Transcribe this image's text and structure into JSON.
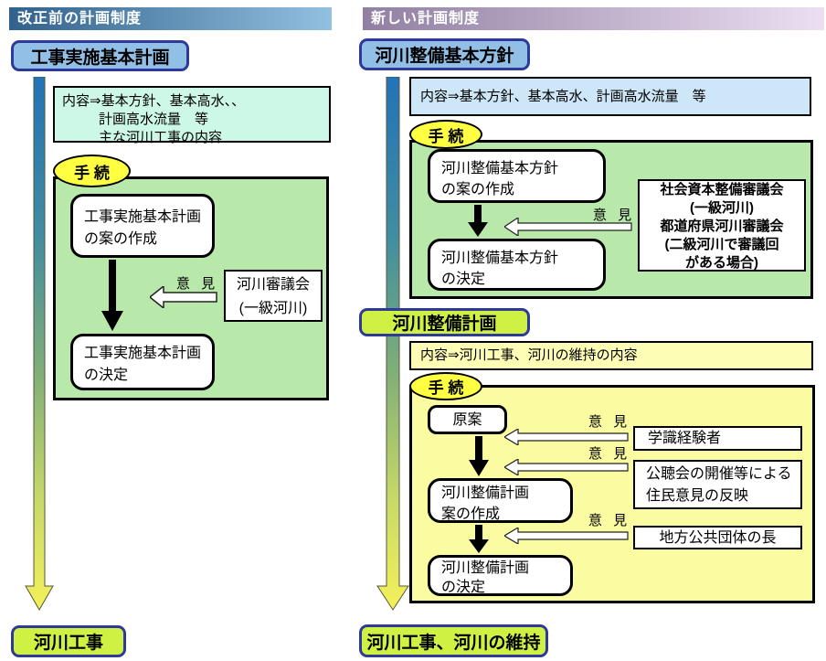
{
  "left": {
    "header": "改正前の計画制度",
    "title": "工事実施基本計画",
    "content_lines": [
      "内容⇒基本方針、基本高水、、",
      "計画高水流量　等",
      "主な河川工事の内容"
    ],
    "procedure_label": "手 続",
    "step_draft_lines": [
      "工事実施基本計画",
      "の案の作成"
    ],
    "opinion_label": "意 見",
    "advisory_lines": [
      "河川審議会",
      "(一級河川)"
    ],
    "step_decide_lines": [
      "工事実施基本計画",
      "の決定"
    ],
    "outcome": "河川工事"
  },
  "right": {
    "header": "新しい計画制度",
    "policy": {
      "title": "河川整備基本方針",
      "content": "内容⇒基本方針、基本高水、計画高水流量　等",
      "procedure_label": "手 続",
      "step_draft_lines": [
        "河川整備基本方針",
        "の案の作成"
      ],
      "opinion_label": "意 見",
      "advisory_lines": [
        "社会資本整備審議会",
        "(一級河川)",
        "都道府県河川審議会",
        "(二級河川で審議回",
        "がある場合)"
      ],
      "step_decide_lines": [
        "河川整備基本方針",
        "の決定"
      ]
    },
    "plan": {
      "title": "河川整備計画",
      "content": "内容⇒河川工事、河川の維持の内容",
      "procedure_label": "手 続",
      "draft_label": "原案",
      "opinion_label_1": "意 見",
      "source_experts": "学識経験者",
      "opinion_label_2": "意 見",
      "source_hearing_lines": [
        "公聴会の開催等による",
        "住民意見の反映"
      ],
      "step_plan_lines": [
        "河川整備計画",
        "案の作成"
      ],
      "opinion_label_3": "意 見",
      "source_local_gov": "地方公共団体の長",
      "step_decide_lines": [
        "河川整備計画",
        "の決定"
      ]
    },
    "outcome": "河川工事、河川の維持"
  },
  "colors": {
    "header_left_start": "#31618c",
    "header_left_end": "#92c0e0",
    "header_right_start": "#907fa2",
    "header_right_end": "#ecdff2",
    "title_fill": "#92bfe6",
    "title_border": "#2d3a99",
    "mint_fill": "#cdf7e7",
    "blue_fill": "#cee7f8",
    "green_fill": "#b9e8ab",
    "yellow_panel_fill": "#fbfba2",
    "pale_yellow_fill": "#fdfdb5",
    "ellipse_fill": "#ffff42",
    "chartreuse_fill": "#cff143",
    "flow_arrow_top": "#2273b8",
    "flow_arrow_middle": "#7fae78",
    "flow_arrow_bottom": "#f4f05a"
  }
}
